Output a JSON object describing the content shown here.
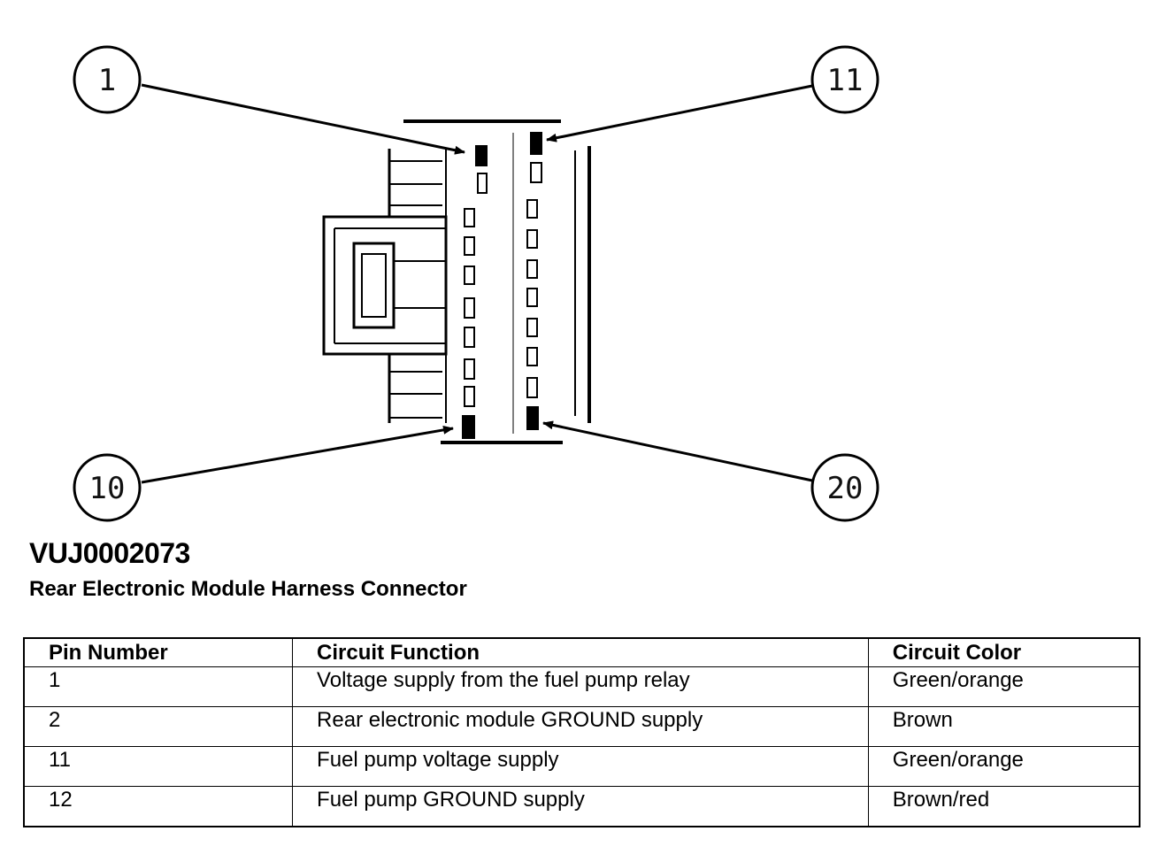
{
  "callouts": {
    "pin1": "1",
    "pin11": "11",
    "pin10": "10",
    "pin20": "20"
  },
  "reference_code": "VUJ0002073",
  "caption": "Rear Electronic Module Harness Connector",
  "table": {
    "headers": [
      "Pin Number",
      "Circuit Function",
      "Circuit Color"
    ],
    "rows": [
      {
        "pin": "1",
        "function": "Voltage supply from the fuel pump relay",
        "color": "Green/orange"
      },
      {
        "pin": "2",
        "function": "Rear electronic module GROUND supply",
        "color": "Brown"
      },
      {
        "pin": "11",
        "function": "Fuel pump voltage supply",
        "color": "Green/orange"
      },
      {
        "pin": "12",
        "function": "Fuel pump GROUND supply",
        "color": "Brown/red"
      }
    ]
  }
}
